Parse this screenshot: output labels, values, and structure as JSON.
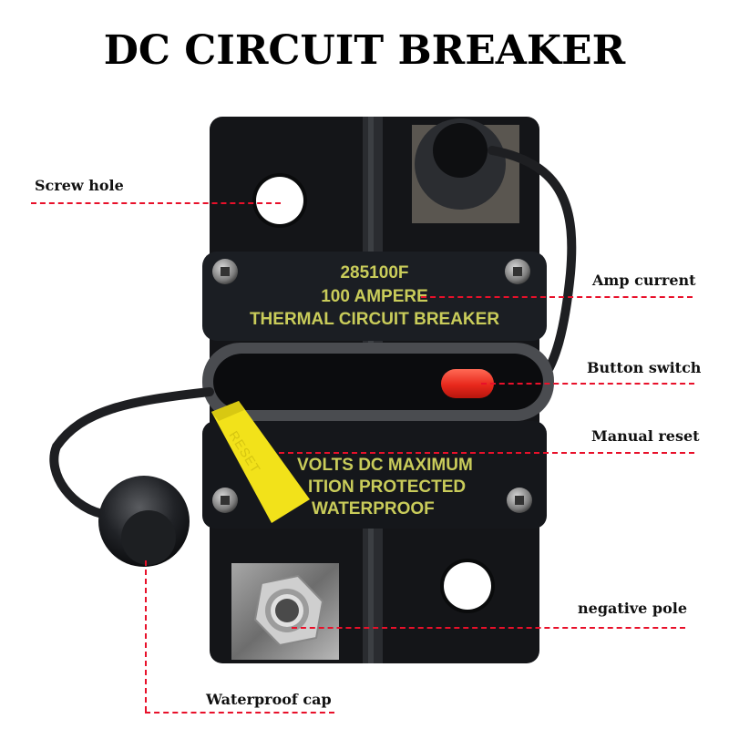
{
  "title": "DC CIRCUIT BREAKER",
  "product": {
    "top_plate": {
      "model": "285100F",
      "rating": "100 AMPERE",
      "type": "THERMAL CIRCUIT BREAKER"
    },
    "bottom_plate": {
      "line1": "VOLTS DC MAXIMUM",
      "line2": "ITION PROTECTED",
      "line3": "WATERPROOF"
    },
    "reset_lever_text": "RESET",
    "colors": {
      "body": "#141518",
      "plate_text": "#c9cc5a",
      "button": "#e8281c",
      "reset_lever": "#f2e21a",
      "callout_line": "#e8102a"
    }
  },
  "callouts": [
    {
      "id": "screw-hole",
      "label": "Screw hole"
    },
    {
      "id": "amp-current",
      "label": "Amp current"
    },
    {
      "id": "button-switch",
      "label": "Button switch"
    },
    {
      "id": "manual-reset",
      "label": "Manual reset"
    },
    {
      "id": "negative-pole",
      "label": "negative pole"
    },
    {
      "id": "waterproof-cap",
      "label": "Waterproof cap"
    }
  ]
}
